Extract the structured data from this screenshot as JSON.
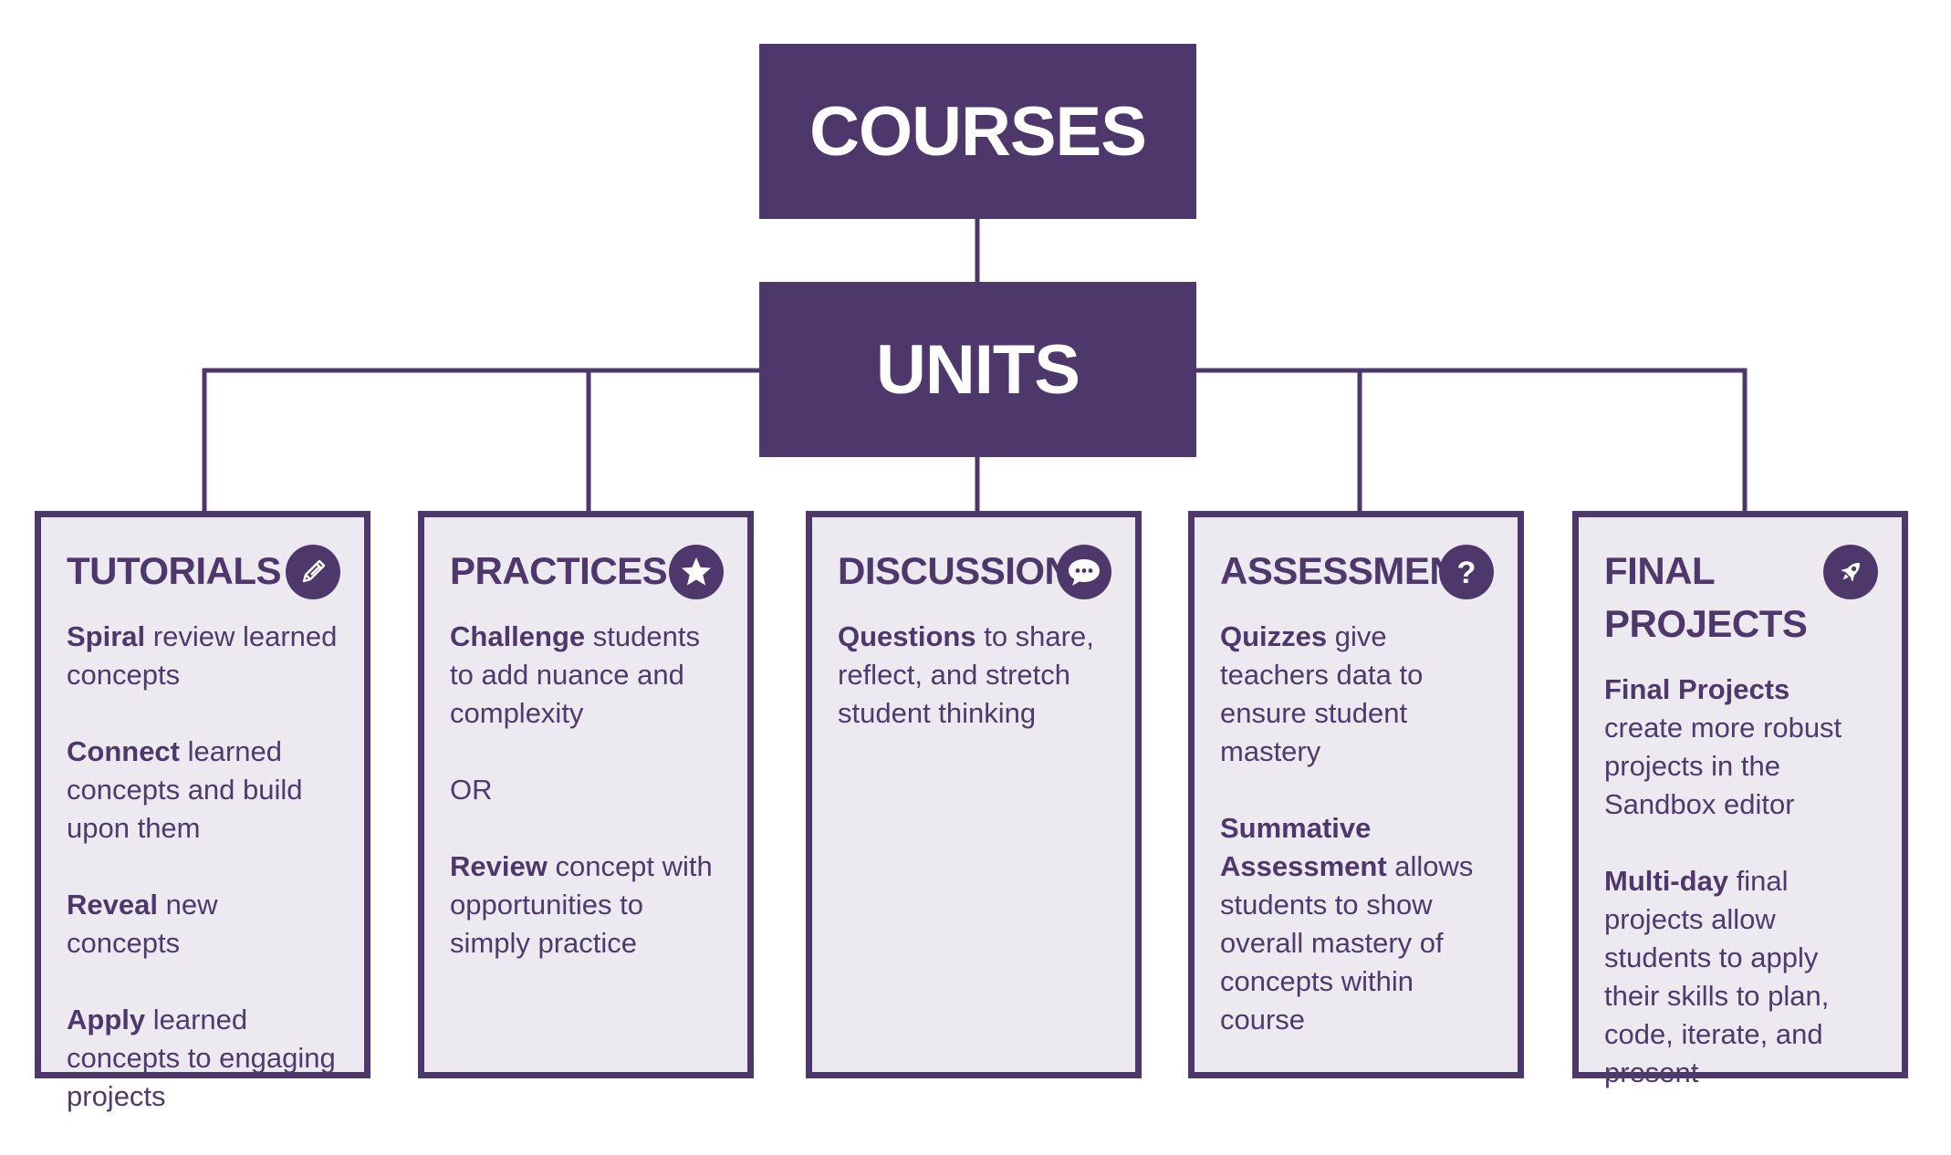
{
  "courses": {
    "label": "COURSES"
  },
  "units": {
    "label": "UNITS"
  },
  "colors": {
    "primary": "#4e386b",
    "card_bg": "#ece9f1",
    "text": "#4e3a6b"
  },
  "cards": [
    {
      "title": "TUTORIALS",
      "icon": "pencil-icon",
      "paragraphs": [
        {
          "bold": "Spiral",
          "text": " review learned concepts"
        },
        {
          "bold": "Connect",
          "text": " learned concepts and build upon them"
        },
        {
          "bold": "Reveal",
          "text": " new concepts"
        },
        {
          "bold": "Apply",
          "text": " learned concepts to engaging projects"
        }
      ]
    },
    {
      "title": "PRACTICES",
      "icon": "star-icon",
      "paragraphs": [
        {
          "bold": "Challenge",
          "text": " students to add nuance and complexity"
        },
        {
          "bold": "",
          "text": "OR"
        },
        {
          "bold": "Review",
          "text": " concept with opportunities to simply practice"
        }
      ]
    },
    {
      "title": "DISCUSSION",
      "icon": "speech-bubble-icon",
      "paragraphs": [
        {
          "bold": "Questions",
          "text": " to share, reflect, and stretch student thinking"
        }
      ]
    },
    {
      "title": "ASSESSMENT",
      "icon": "question-mark-icon",
      "paragraphs": [
        {
          "bold": "Quizzes",
          "text": " give teachers data to ensure student mastery"
        },
        {
          "bold": "Summative Assessment",
          "text": " allows students to show overall mastery of concepts within course"
        }
      ]
    },
    {
      "title": "FINAL PROJECTS",
      "icon": "rocket-icon",
      "paragraphs": [
        {
          "bold": "Final Projects",
          "text": " create more robust projects in the Sandbox editor"
        },
        {
          "bold": "Multi-day",
          "text": " final projects allow students to apply their skills to plan, code, iterate, and present"
        }
      ]
    }
  ]
}
